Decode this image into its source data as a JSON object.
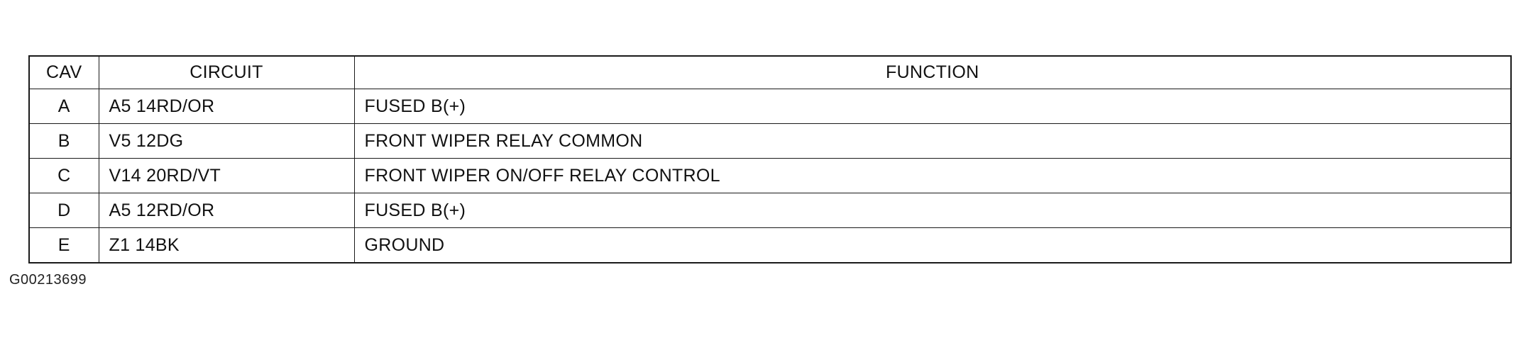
{
  "table": {
    "headers": {
      "cav": "CAV",
      "circuit": "CIRCUIT",
      "function": "FUNCTION"
    },
    "rows": [
      {
        "cav": "A",
        "circuit": "A5 14RD/OR",
        "function": "FUSED B(+)"
      },
      {
        "cav": "B",
        "circuit": "V5 12DG",
        "function": "FRONT WIPER RELAY COMMON"
      },
      {
        "cav": "C",
        "circuit": "V14 20RD/VT",
        "function": "FRONT WIPER ON/OFF RELAY CONTROL"
      },
      {
        "cav": "D",
        "circuit": "A5 12RD/OR",
        "function": "FUSED B(+)"
      },
      {
        "cav": "E",
        "circuit": "Z1 14BK",
        "function": "GROUND"
      }
    ]
  },
  "figure_id": "G00213699"
}
